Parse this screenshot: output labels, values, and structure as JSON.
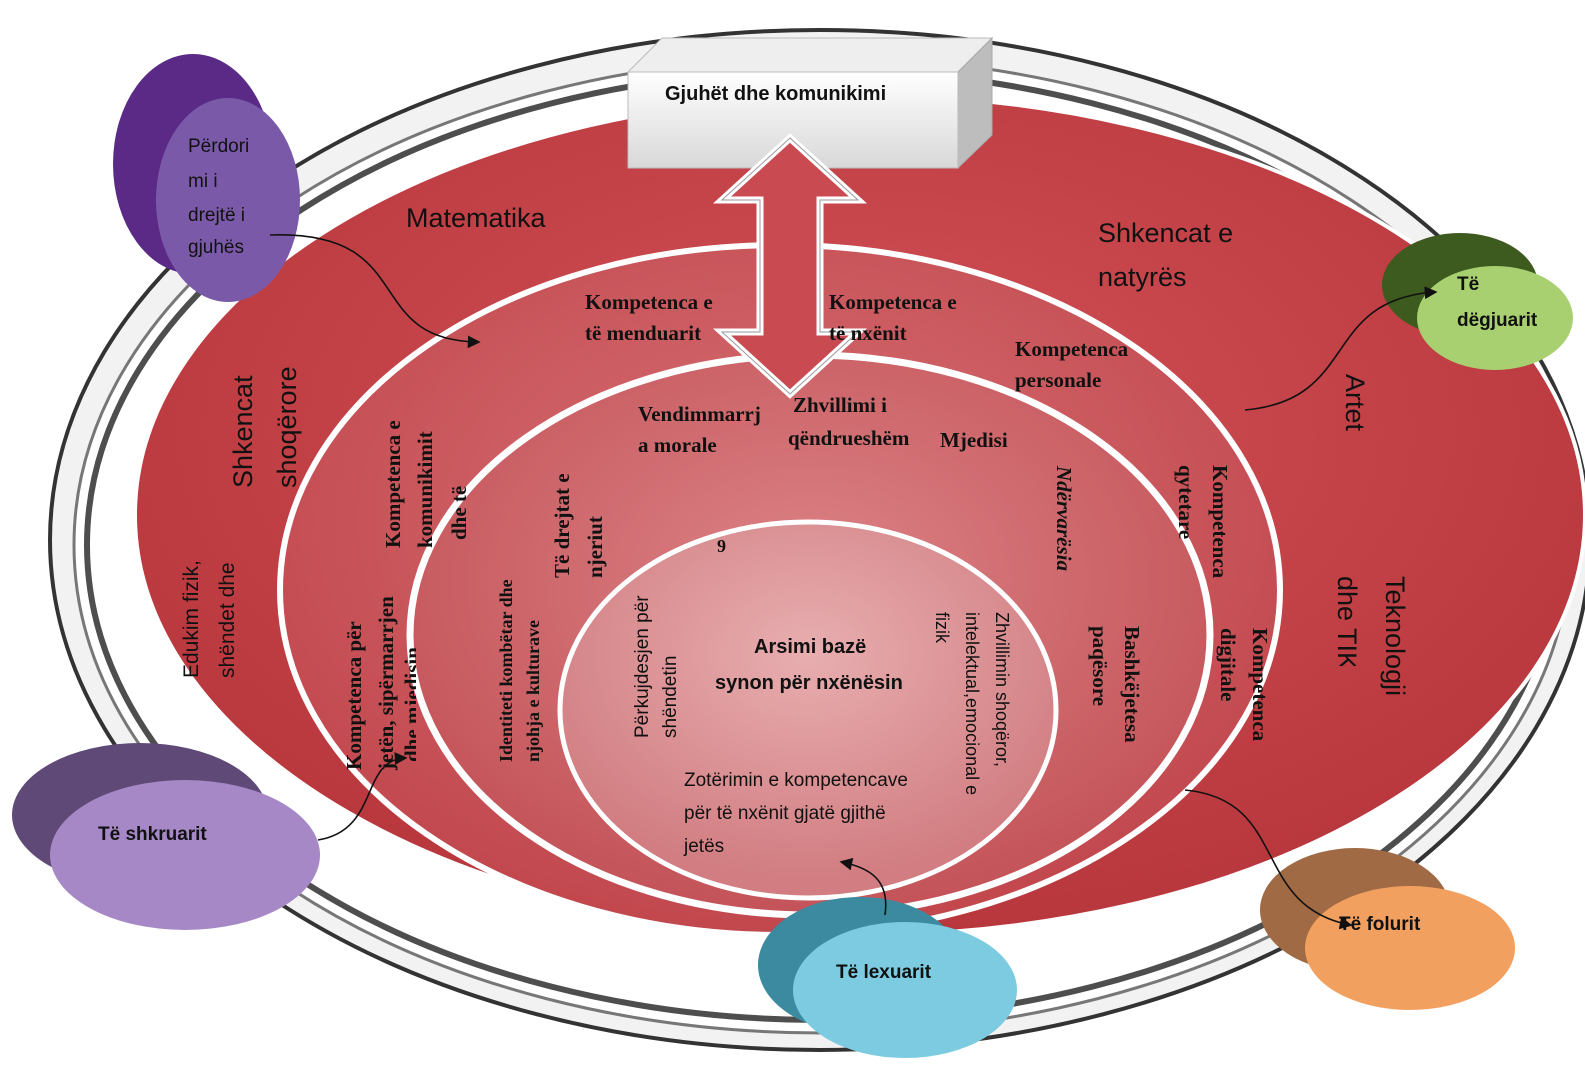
{
  "center": {
    "title_line1": "Arsimi bazë",
    "title_line2": "synon për nxënësin",
    "number": "9"
  },
  "top_box": {
    "label": "Gjuhët dhe komunikimi"
  },
  "subjects": {
    "matematika": "Matematika",
    "shkencat_natyres_1": "Shkencat e",
    "shkencat_natyres_2": "natyrës",
    "shkencat_shoqerore_1": "Shkencat",
    "shkencat_shoqerore_2": "shoqërore",
    "artet": "Artet",
    "teknologji_1": "Teknologji",
    "teknologji_2": "dhe TIK",
    "edukim_1": "Edukim fizik,",
    "edukim_2": "shëndet dhe"
  },
  "competences": {
    "menduarit_1": "Kompetenca e",
    "menduarit_2": "të menduarit",
    "nxenit_1": "Kompetenca e",
    "nxenit_2": "të nxënit",
    "personale_1": "Kompetenca",
    "personale_2": "personale",
    "komunikimit_1": "Kompetenca e",
    "komunikimit_2": "komunikimit",
    "komunikimit_3": "dhe të",
    "qytetare_1": "Kompetenca",
    "qytetare_2": "qytetare",
    "digjitale_1": "Kompetenca",
    "digjitale_2": "digjitale",
    "jeten_1": "Kompetenca për",
    "jeten_2": "jetën, sipërmarrjen",
    "jeten_3": "dhe mjedisin"
  },
  "themes": {
    "vendimmarrja_1": "Vendimmarrj",
    "vendimmarrja_2": "a morale",
    "zhvillimi_1": "Zhvillimi i",
    "zhvillimi_2": "qëndrueshëm",
    "mjedisi": "Mjedisi",
    "nderv": "Ndërvarësia",
    "drejtat_1": "Të drejtat e",
    "drejtat_2": "njeriut",
    "identiteti_1": "Identiteti kombëtar dhe",
    "identiteti_2": "njohja e kulturave",
    "bashkejetesa_1": "Bashkëjetesa",
    "bashkejetesa_2": "paqësore"
  },
  "inner": {
    "perkujdesjen_1": "Përkujdesjen për",
    "perkujdesjen_2": "shëndetin",
    "zhvillimin_1": "Zhvillimin shoqëror,",
    "zhvillimin_2": "intelektual,emocional e",
    "zhvillimin_3": "fizik",
    "zoterimin_1": "Zotërimin e kompetencave",
    "zoterimin_2": "për të nxënit gjatë gjithë",
    "zoterimin_3": "jetës"
  },
  "skills": {
    "perdorimi_1": "Përdori",
    "perdorimi_2": "mi i",
    "perdorimi_3": "drejtë i",
    "perdorimi_4": "gjuhës",
    "degjuarit_1": "Të",
    "degjuarit_2": "dëgjuarit",
    "shkruarit": "Të shkruarit",
    "lexuarit": "Të lexuarit",
    "folurit": "Të folurit"
  },
  "colors": {
    "outer_red": "#c0444a",
    "ring2": "#cd6064",
    "ring3": "#d37478",
    "ring4": "#dc9094",
    "purple": "#6a3f8f",
    "green": "#7fb23c",
    "lilac": "#9a7ab8",
    "blue": "#4aaac4",
    "orange": "#e8884a"
  }
}
